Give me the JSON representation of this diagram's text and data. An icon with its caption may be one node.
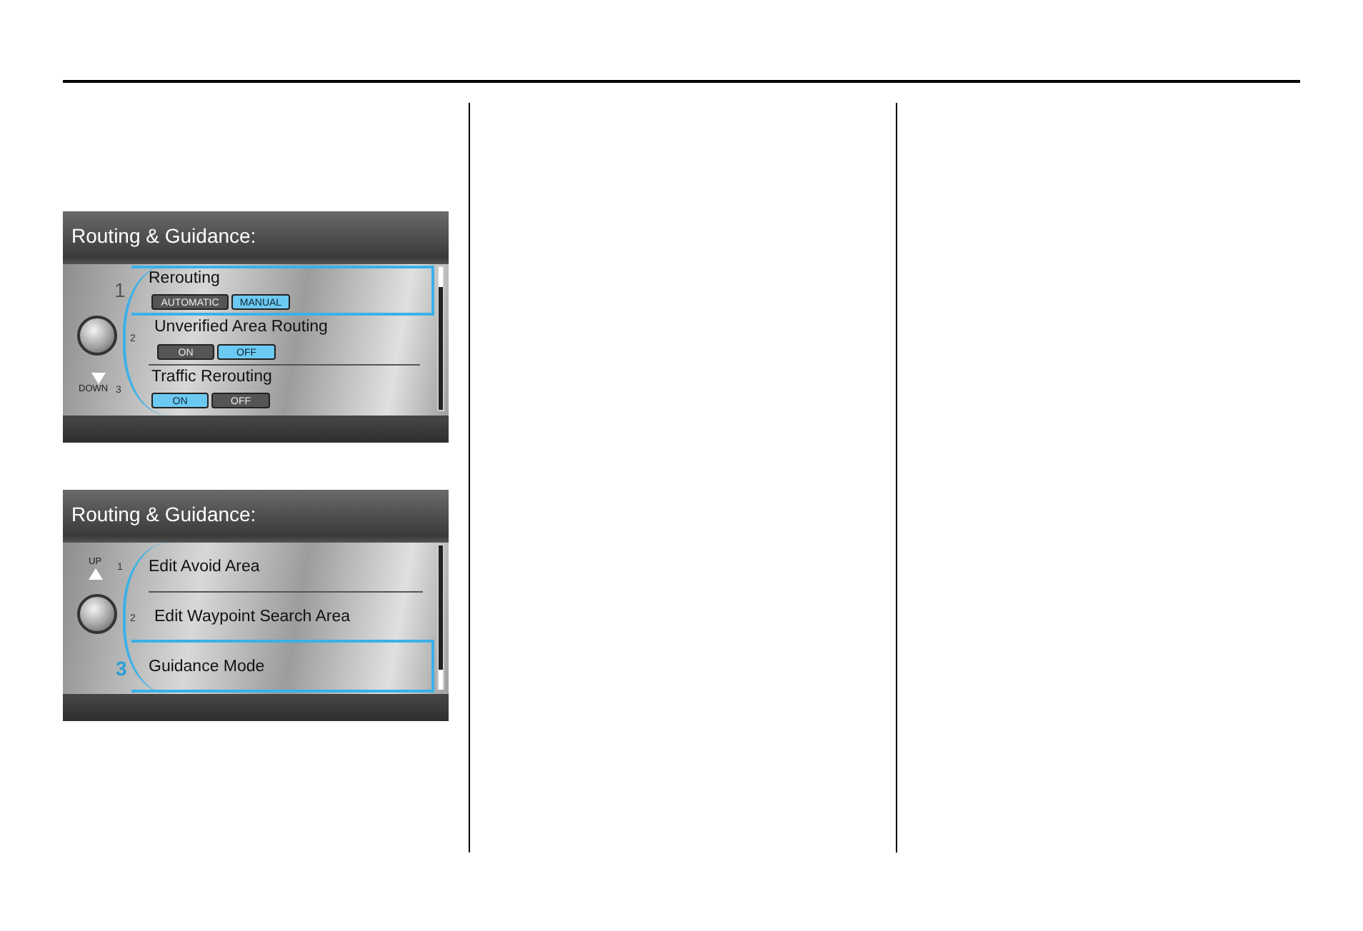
{
  "diagram": {
    "labels": [
      "Routing & Guidance:",
      "1",
      "Rerouting",
      "AUTOMATIC",
      "MANUAL",
      "2",
      "Unverified Area Routing",
      "ON",
      "OFF",
      "DOWN",
      "3",
      "Traffic Rerouting",
      "ON",
      "OFF",
      "Routing & Guidance:",
      "UP",
      "1",
      "Edit Avoid Area",
      "2",
      "Edit Waypoint Search Area",
      "3",
      "Guidance Mode"
    ]
  }
}
